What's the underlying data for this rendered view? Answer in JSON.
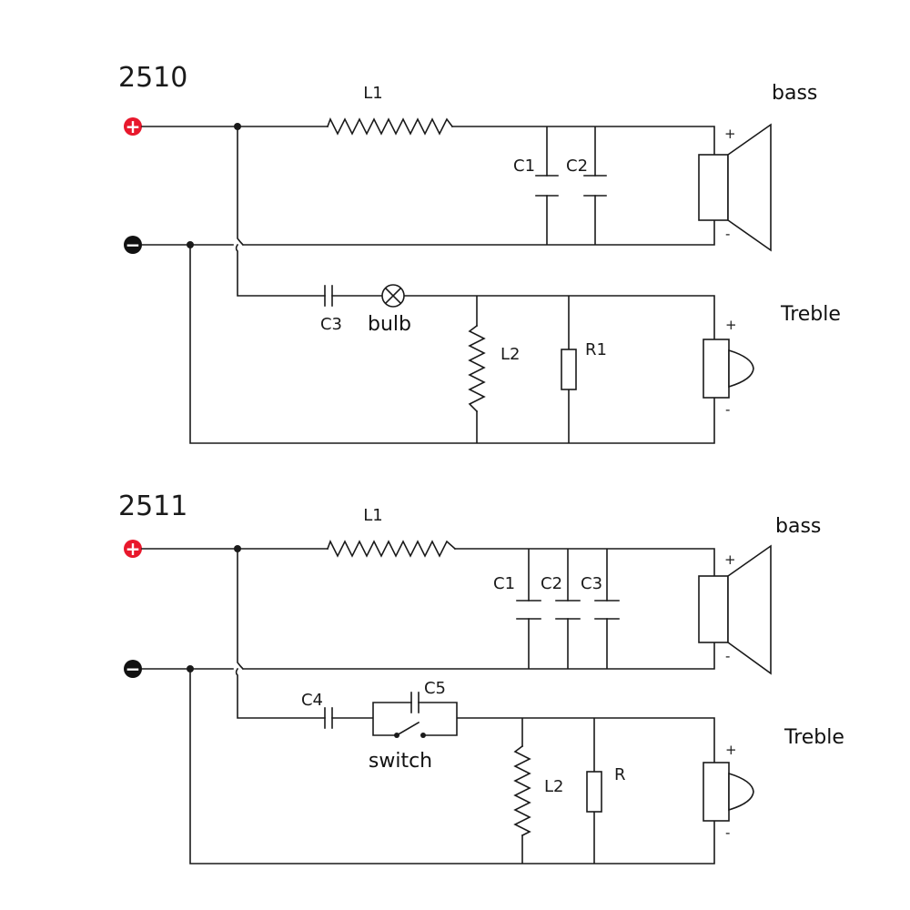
{
  "colors": {
    "positive": "#e8182c",
    "negative": "#111111",
    "wire": "#1a1a1a"
  },
  "circuits": [
    {
      "model": "2510",
      "positive_terminal": "+",
      "negative_terminal": "−",
      "labels": {
        "l1": "L1",
        "c1": "C1",
        "c2": "C2",
        "c3": "C3",
        "bulb": "bulb",
        "l2": "L2",
        "r1": "R1"
      },
      "bass": {
        "label": "bass",
        "plus": "+",
        "minus": "-"
      },
      "treble": {
        "label": "Treble",
        "plus": "+",
        "minus": "-"
      }
    },
    {
      "model": "2511",
      "positive_terminal": "+",
      "negative_terminal": "−",
      "labels": {
        "l1": "L1",
        "c1": "C1",
        "c2": "C2",
        "c3": "C3",
        "c4": "C4",
        "c5": "C5",
        "switch": "switch",
        "l2": "L2",
        "r": "R"
      },
      "bass": {
        "label": "bass",
        "plus": "+",
        "minus": "-"
      },
      "treble": {
        "label": "Treble",
        "plus": "+",
        "minus": "-"
      }
    }
  ]
}
